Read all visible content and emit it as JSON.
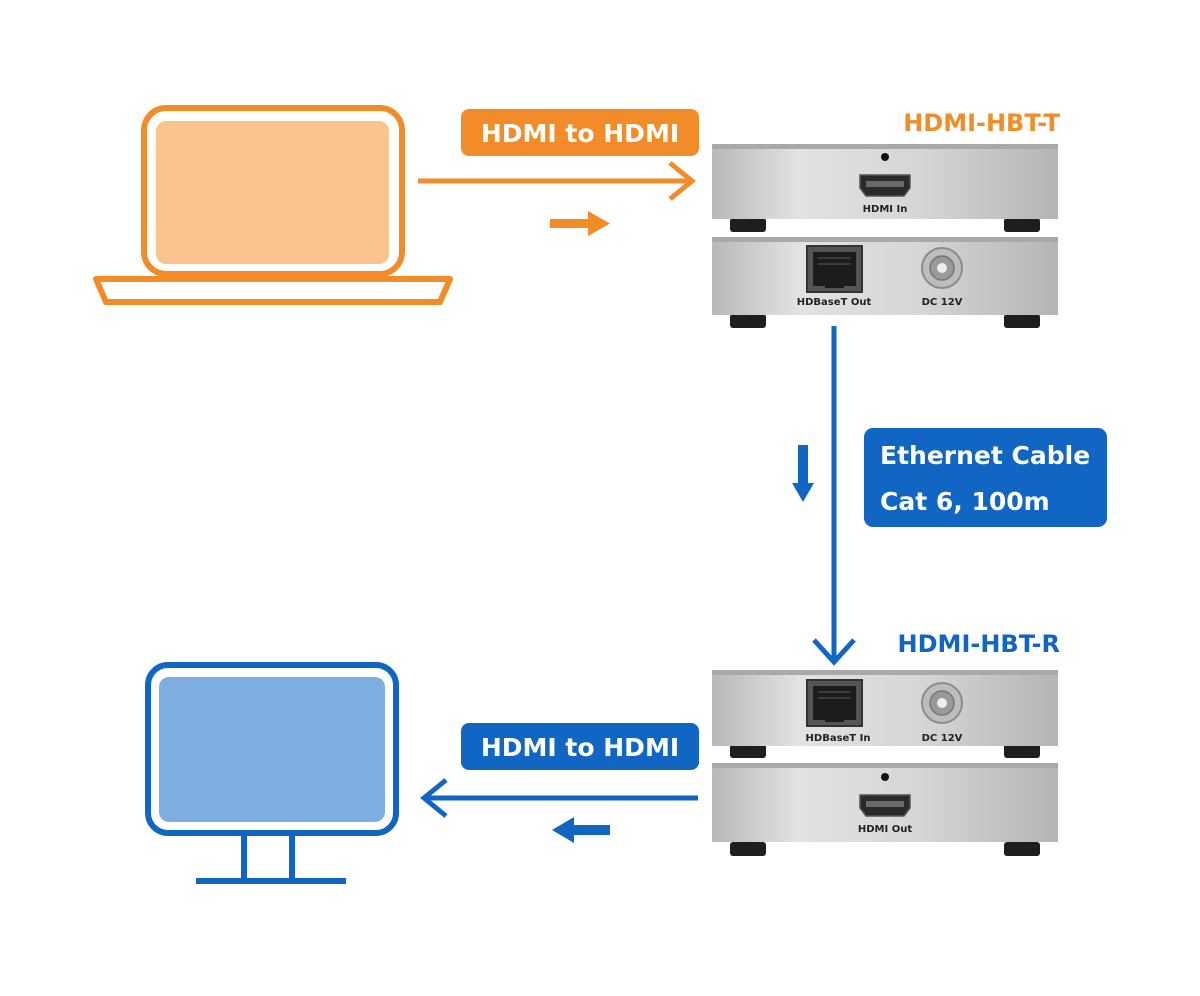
{
  "colors": {
    "orange": "#f28c28",
    "orange_fill": "#f9c48e",
    "blue": "#1166c4",
    "blue_fill": "#7eaee0",
    "device_gray": "#c8c8c8"
  },
  "transmitter": {
    "model": "HDMI-HBT-T",
    "port_hdmi": "HDMI In",
    "port_hdbaset": "HDBaseT Out",
    "port_dc": "DC 12V"
  },
  "receiver": {
    "model": "HDMI-HBT-R",
    "port_hdbaset": "HDBaseT In",
    "port_dc": "DC 12V",
    "port_hdmi": "HDMI Out"
  },
  "source_link": {
    "label": "HDMI to HDMI"
  },
  "cable": {
    "line1": "Ethernet Cable",
    "line2": "Cat 6, 100m"
  },
  "display_link": {
    "label": "HDMI to HDMI"
  },
  "icons": {
    "source": "laptop-icon",
    "display": "monitor-icon"
  }
}
